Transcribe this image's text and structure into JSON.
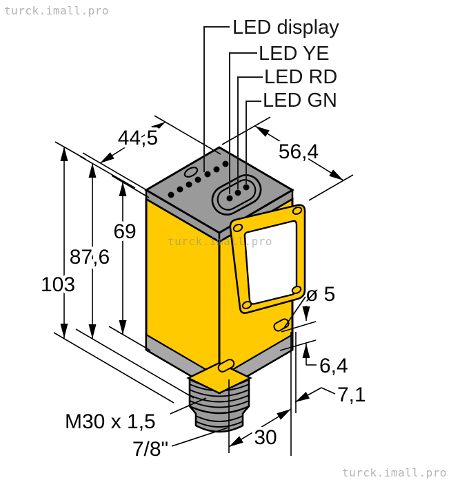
{
  "figure": {
    "type": "technical-dimension-drawing",
    "subject": "photoelectric sensor, isometric view with QD connector"
  },
  "watermarks": {
    "top_left": "turck.imall.pro",
    "center": "turck.imall.pro",
    "bottom_right": "turck.imall.pro"
  },
  "callouts": {
    "led_display": "LED display",
    "led_ye": "LED YE",
    "led_rd": "LED RD",
    "led_gn": "LED GN"
  },
  "dimensions": {
    "top_face_width": "44,5",
    "top_face_depth": "56,4",
    "front_face_height": "69",
    "housing_height": "87,6",
    "total_height": "103",
    "mounting_hole_diameter": "ø 5",
    "band_height": "6,4",
    "edge_offset": "7,1",
    "mounting_thread": "M30 x 1,5",
    "connector_thread": "7/8\"",
    "base_width": "30"
  },
  "colors": {
    "housing_yellow": "#FFCB00",
    "cap_gray": "#9A9A9A",
    "band_gray": "#A8A8A8",
    "connector_gray": "#9C9C9C",
    "line_black": "#000000",
    "watermark_gray": "#B3B3B3"
  }
}
